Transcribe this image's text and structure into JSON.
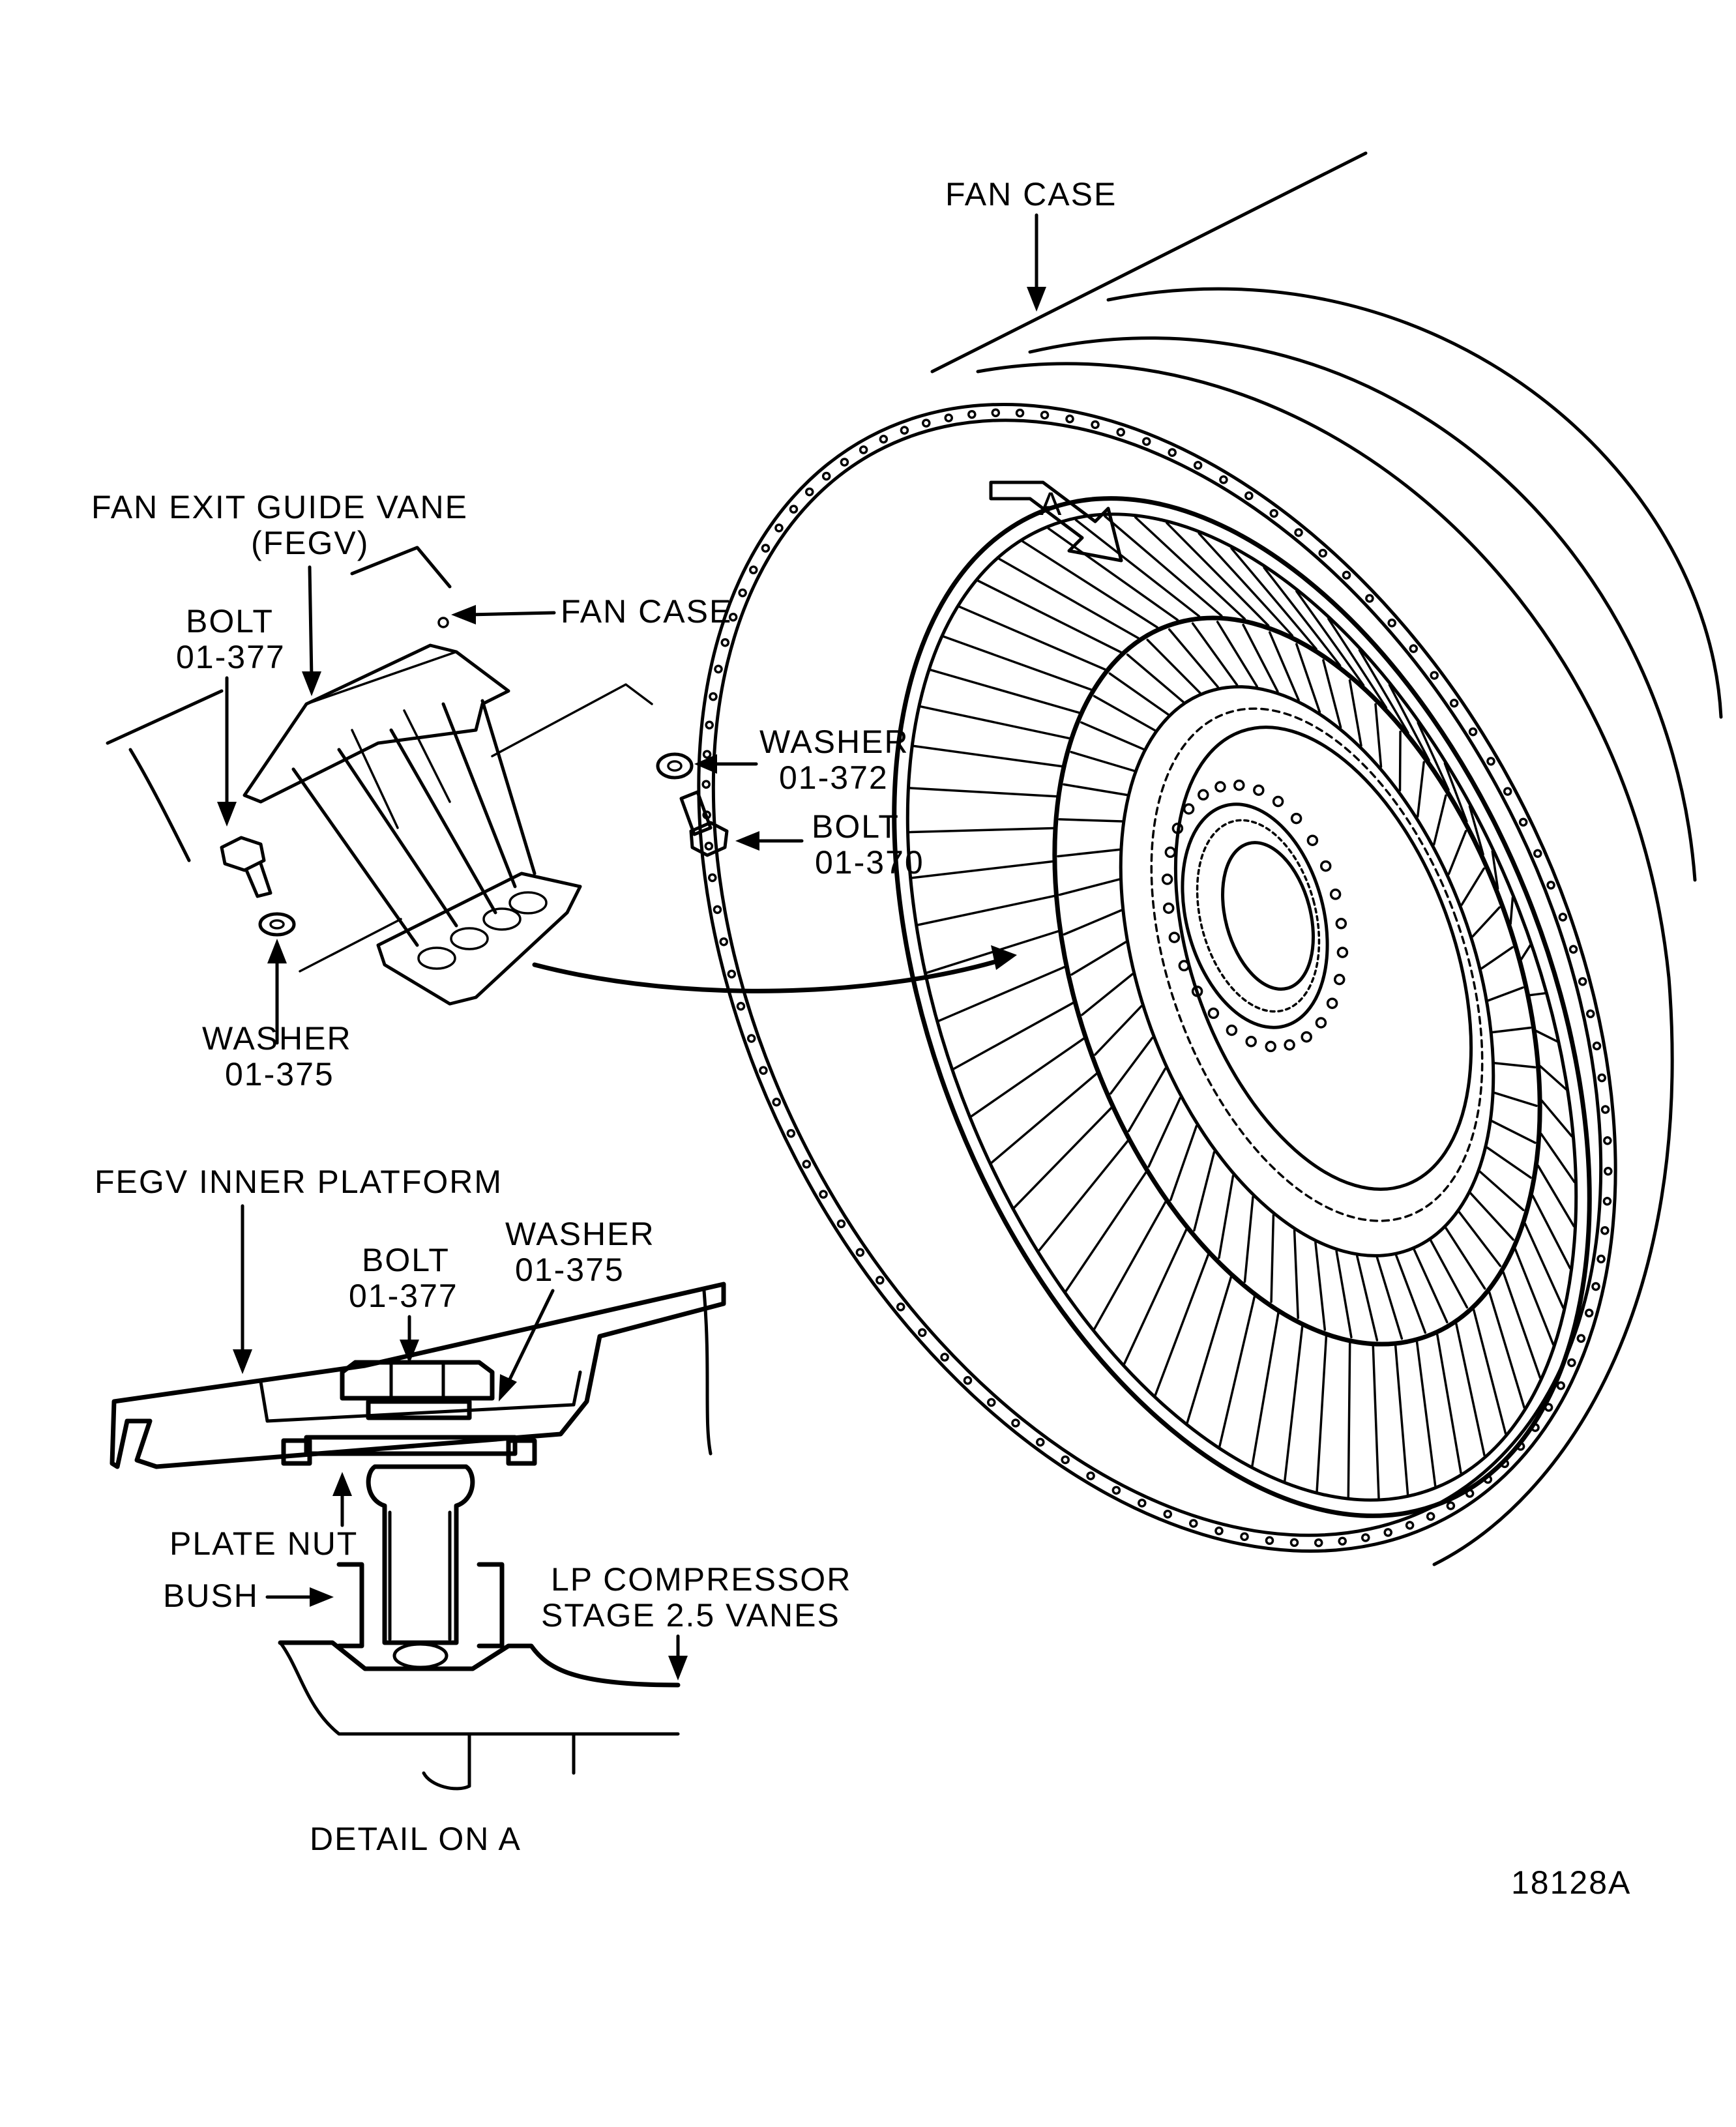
{
  "labels": {
    "fan_case_top": "FAN CASE",
    "fan_exit_guide_vane_1": "FAN EXIT GUIDE VANE",
    "fan_exit_guide_vane_2": "(FEGV)",
    "fan_case_small": "FAN CASE",
    "bolt_left_1": "BOLT",
    "bolt_left_2": "01-377",
    "washer_right_1": "WASHER",
    "washer_right_2": "01-372",
    "bolt_right_1": "BOLT",
    "bolt_right_2": "01-370",
    "washer_left_1": "WASHER",
    "washer_left_2": "01-375",
    "view_arrow": "A",
    "fegv_inner_platform": "FEGV INNER PLATFORM",
    "detail_bolt_1": "BOLT",
    "detail_bolt_2": "01-377",
    "detail_washer_1": "WASHER",
    "detail_washer_2": "01-375",
    "plate_nut": "PLATE NUT",
    "bush": "BUSH",
    "lp_compressor_1": "LP COMPRESSOR",
    "lp_compressor_2": "STAGE 2.5 VANES",
    "detail_caption": "DETAIL ON A",
    "figure_number": "18128A"
  },
  "engine": {
    "outer_vane_count": 64,
    "inner_blade_count": 56,
    "hub_hole_count": 28
  }
}
